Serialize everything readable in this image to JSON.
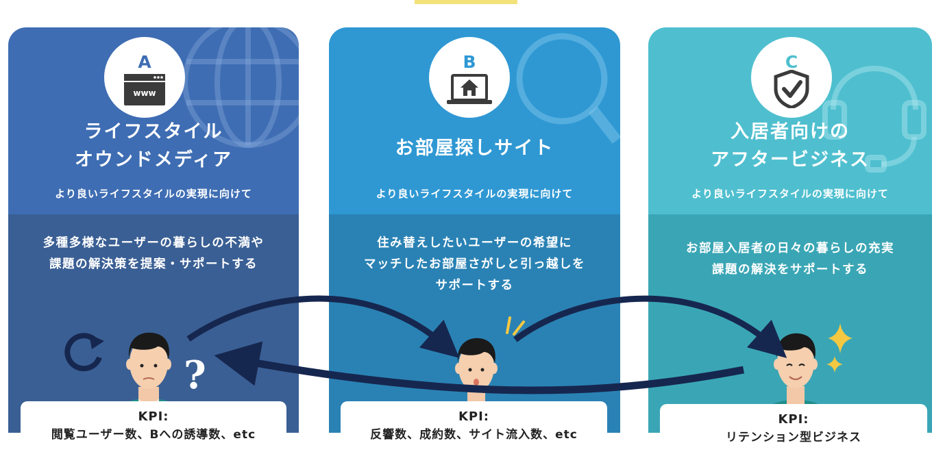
{
  "columns": [
    {
      "letter": "A",
      "title_line1": "ライフスタイル",
      "title_line2": "オウンドメディア",
      "icon": "www-browser-icon",
      "subtitle": "より良いライフスタイルの実現に向けて",
      "description": [
        "多種多様なユーザーの暮らしの不満や",
        "課題の解決策を提案・サポートする"
      ],
      "kpi_label": "KPI:",
      "kpi_text": "閲覧ユーザー数、Bへの誘導数、etc"
    },
    {
      "letter": "B",
      "title_line1": "お部屋探しサイト",
      "icon": "laptop-home-icon",
      "subtitle": "より良いライフスタイルの実現に向けて",
      "description": [
        "住み替えしたいユーザーの希望に",
        "マッチしたお部屋さがしと引っ越しを",
        "サポートする"
      ],
      "kpi_label": "KPI:",
      "kpi_text": "反響数、成約数、サイト流入数、etc"
    },
    {
      "letter": "C",
      "title_line1": "入居者向けの",
      "title_line2": "アフタービジネス",
      "icon": "shield-check-icon",
      "subtitle": "より良いライフスタイルの実現に向けて",
      "description": [
        "お部屋入居者の日々の暮らしの充実",
        "課題の解決をサポートする"
      ],
      "kpi_label": "KPI:",
      "kpi_text": "リテンション型ビジネス"
    }
  ],
  "question_mark": "?",
  "colors": {
    "col_a_top": "#3e6db3",
    "col_a_bottom": "#3a5f94",
    "col_b_top": "#2f98d3",
    "col_b_bottom": "#2a82b4",
    "col_c_top": "#4fbfcf",
    "col_c_bottom": "#3aa6b5",
    "arrow": "#16274f",
    "sparkle": "#f5c842"
  }
}
